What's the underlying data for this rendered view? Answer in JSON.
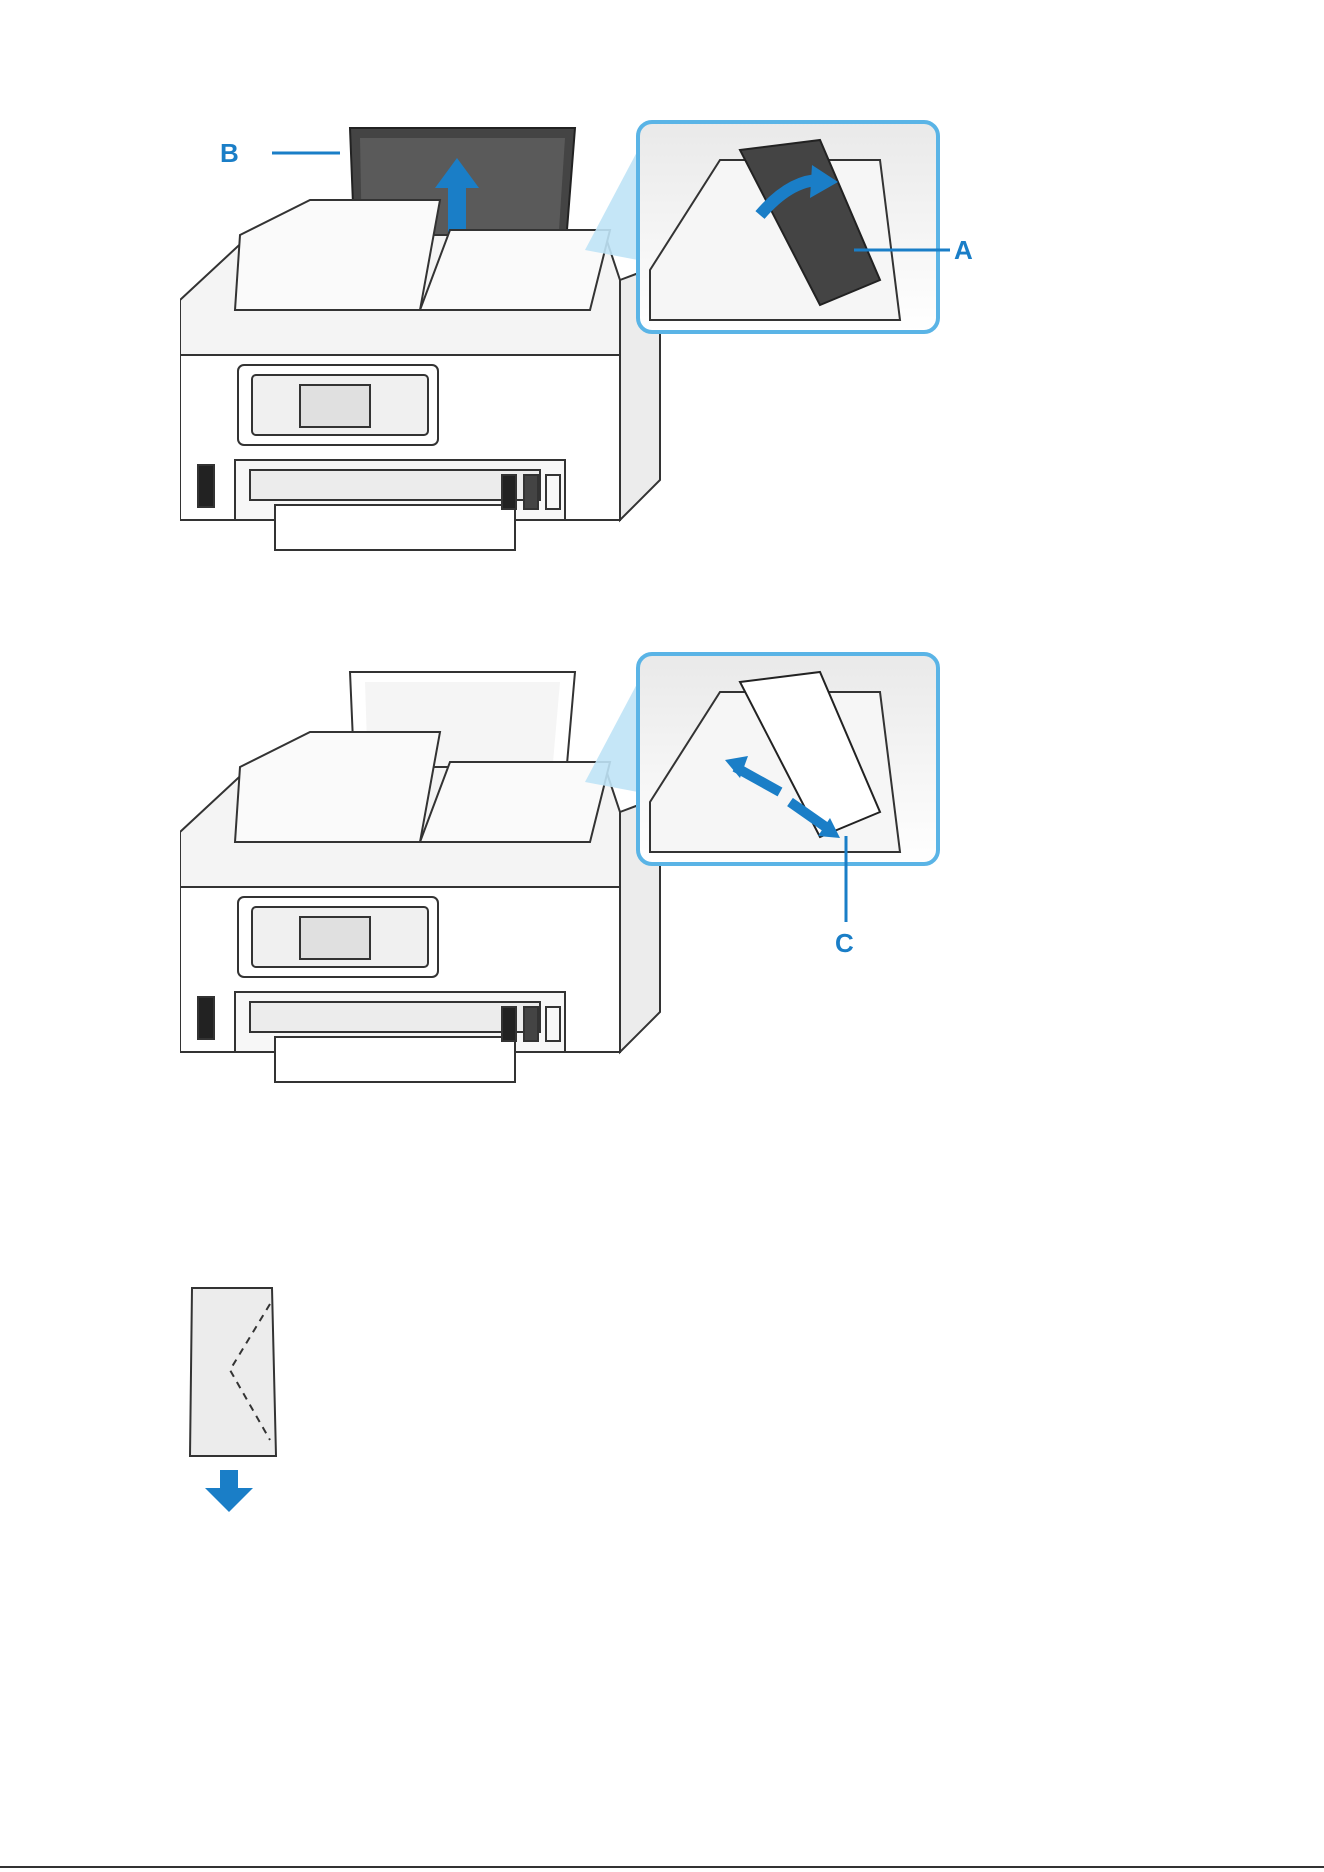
{
  "figure1": {
    "label_a": "A",
    "label_b": "B"
  },
  "figure2": {
    "label_c": "C"
  },
  "colors": {
    "callout_blue": "#1a7ec7",
    "frame_blue": "#5ab4e6",
    "outline": "#333333"
  },
  "icons": {
    "feed_direction": "arrow-down-icon"
  }
}
